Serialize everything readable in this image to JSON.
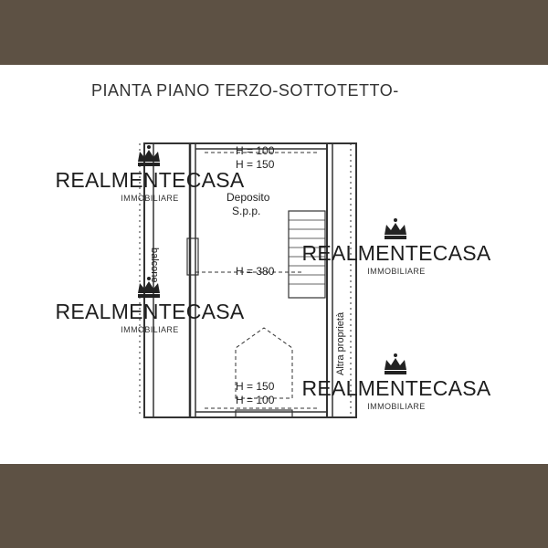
{
  "plan": {
    "title": "PIANTA PIANO TERZO-SOTTOTETTO-",
    "labels": {
      "h_top_1": "H = 100",
      "h_top_2": "H = 150",
      "room_name": "Deposito",
      "room_sub": "S.p.p.",
      "h_mid": "H = 380",
      "h_bottom_1": "H = 150",
      "h_bottom_2": "H = 100",
      "balcony": "balcone",
      "other_property": "Altra proprietà"
    }
  },
  "watermark": {
    "brand": "REALMENTECASA",
    "sub": "IMMOBILIARE",
    "icon": "crown-icon"
  },
  "colors": {
    "band": "#5d5144",
    "line": "#333333"
  }
}
